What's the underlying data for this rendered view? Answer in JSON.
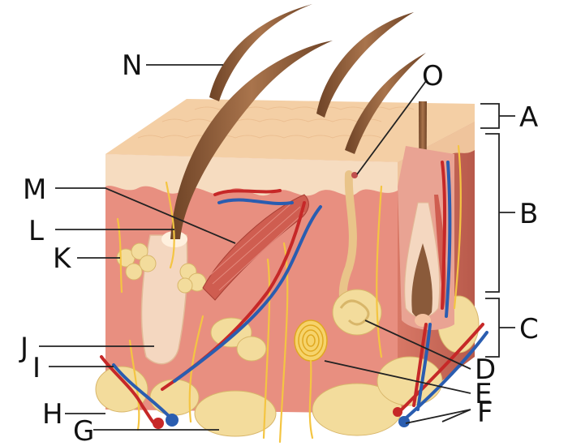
{
  "labels": {
    "A": "A",
    "B": "B",
    "C": "C",
    "D": "D",
    "E": "E",
    "F": "F",
    "G": "G",
    "H": "H",
    "I": "I",
    "J": "J",
    "K": "K",
    "L": "L",
    "M": "M",
    "N": "N",
    "O": "O"
  },
  "colors": {
    "epidermis": "#f4cfa5",
    "dermis": "#e88f80",
    "hypodermis": "#e07a6a",
    "fat": "#f3dc9c",
    "artery": "#c62828",
    "vein": "#2a5db0",
    "nerve": "#f4c542",
    "hair": "#8a5a3a",
    "muscle": "#cf5d50"
  }
}
